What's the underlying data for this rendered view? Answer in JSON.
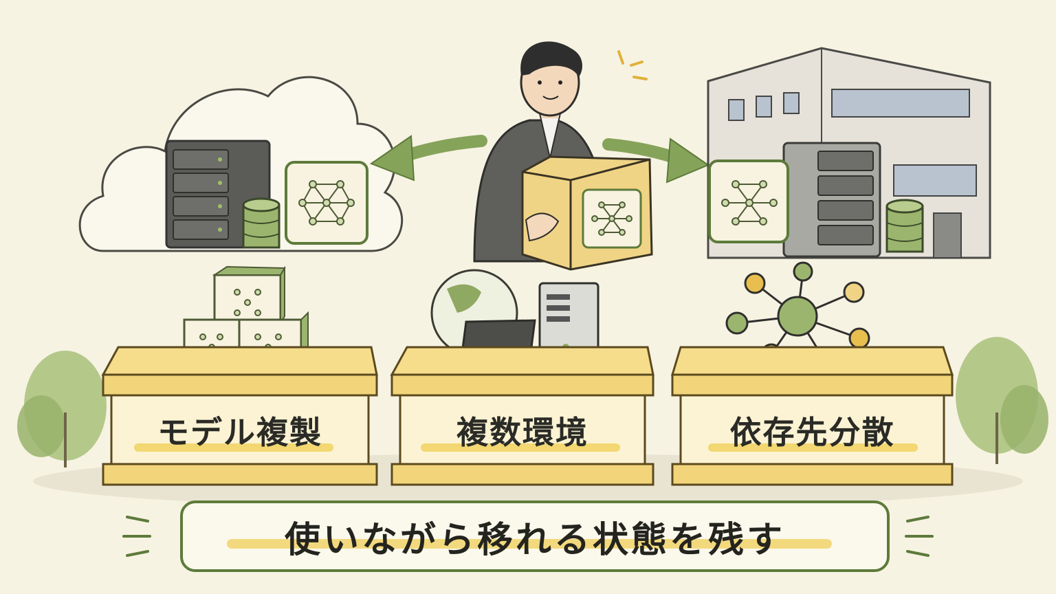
{
  "labels": {
    "left": "モデル複製",
    "center": "複数環境",
    "right": "依存先分散"
  },
  "banner": "使いながら移れる状態を残す",
  "colors": {
    "background": "#f7f3e3",
    "accent_green": "#7d9a52",
    "plinth_yellow": "#f2d784",
    "highlight_yellow": "#f0cf5a"
  }
}
